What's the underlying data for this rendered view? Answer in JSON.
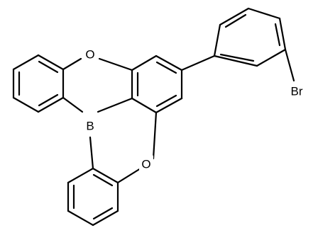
{
  "molecule": {
    "atoms": [
      {
        "id": "O1",
        "label": "O"
      },
      {
        "id": "O2",
        "label": "O"
      },
      {
        "id": "B",
        "label": "B"
      },
      {
        "id": "Br",
        "label": "Br"
      }
    ]
  }
}
